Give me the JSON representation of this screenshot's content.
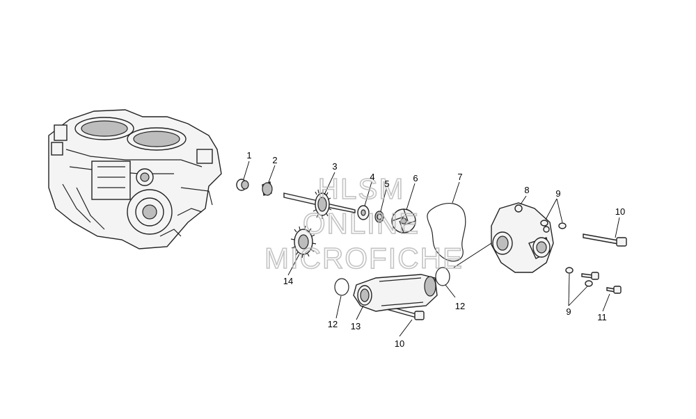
{
  "watermark": {
    "line1": "HLSM",
    "line2": "ONLINE",
    "line3": "MICROFICHE"
  },
  "callouts": {
    "c1": "1",
    "c2": "2",
    "c3": "3",
    "c4": "4",
    "c5": "5",
    "c6": "6",
    "c7": "7",
    "c8": "8",
    "c9a": "9",
    "c9b": "9",
    "c10a": "10",
    "c10b": "10",
    "c11": "11",
    "c12a": "12",
    "c12b": "12",
    "c13": "13",
    "c14": "14"
  }
}
